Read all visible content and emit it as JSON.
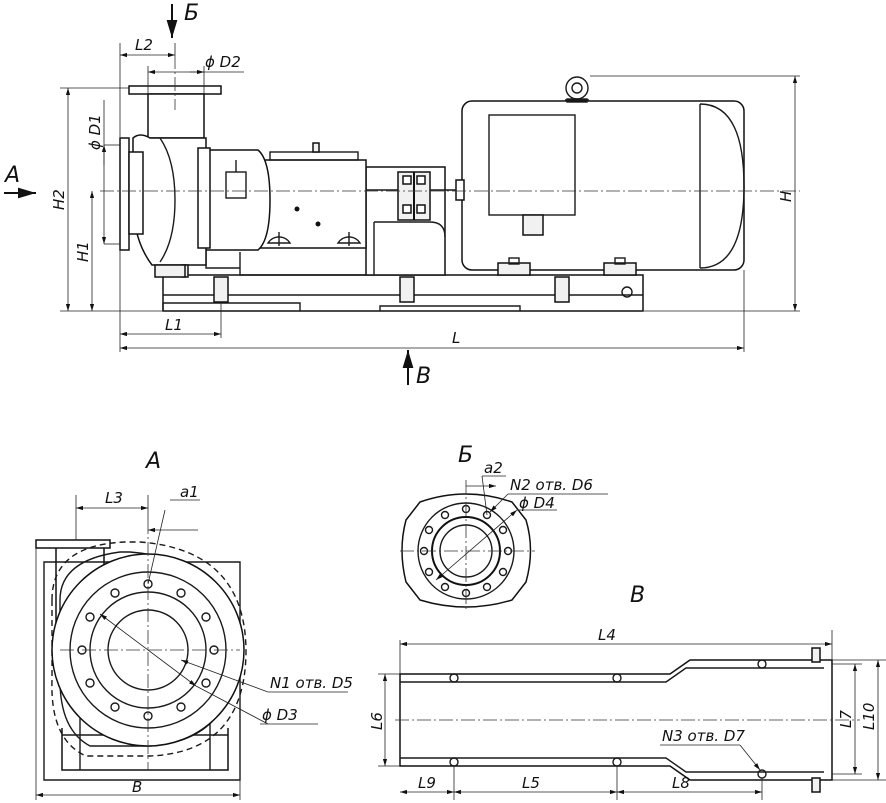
{
  "views": {
    "side": {
      "dims": {
        "L2": "L2",
        "D2": "ϕ D2",
        "D1": "ϕ D1",
        "H2": "H2",
        "H1": "H1",
        "H": "H",
        "L1": "L1",
        "L": "L"
      },
      "arrows": {
        "A": "A",
        "Б": "Б",
        "B": "B"
      }
    },
    "view_a": {
      "title": "A",
      "dims": {
        "L3": "L3",
        "a1": "a1",
        "N1": "N1 отв. D5",
        "D3": "ϕ D3",
        "B": "B"
      }
    },
    "view_b": {
      "title": "Б",
      "dims": {
        "a2": "a2",
        "N2": "N2 отв. D6",
        "D4": "ϕ D4"
      }
    },
    "view_v": {
      "title": "B",
      "dims": {
        "L4": "L4",
        "L5": "L5",
        "L6": "L6",
        "L7": "L7",
        "L8": "L8",
        "L9": "L9",
        "L10": "L10",
        "N3": "N3 отв. D7"
      }
    }
  }
}
